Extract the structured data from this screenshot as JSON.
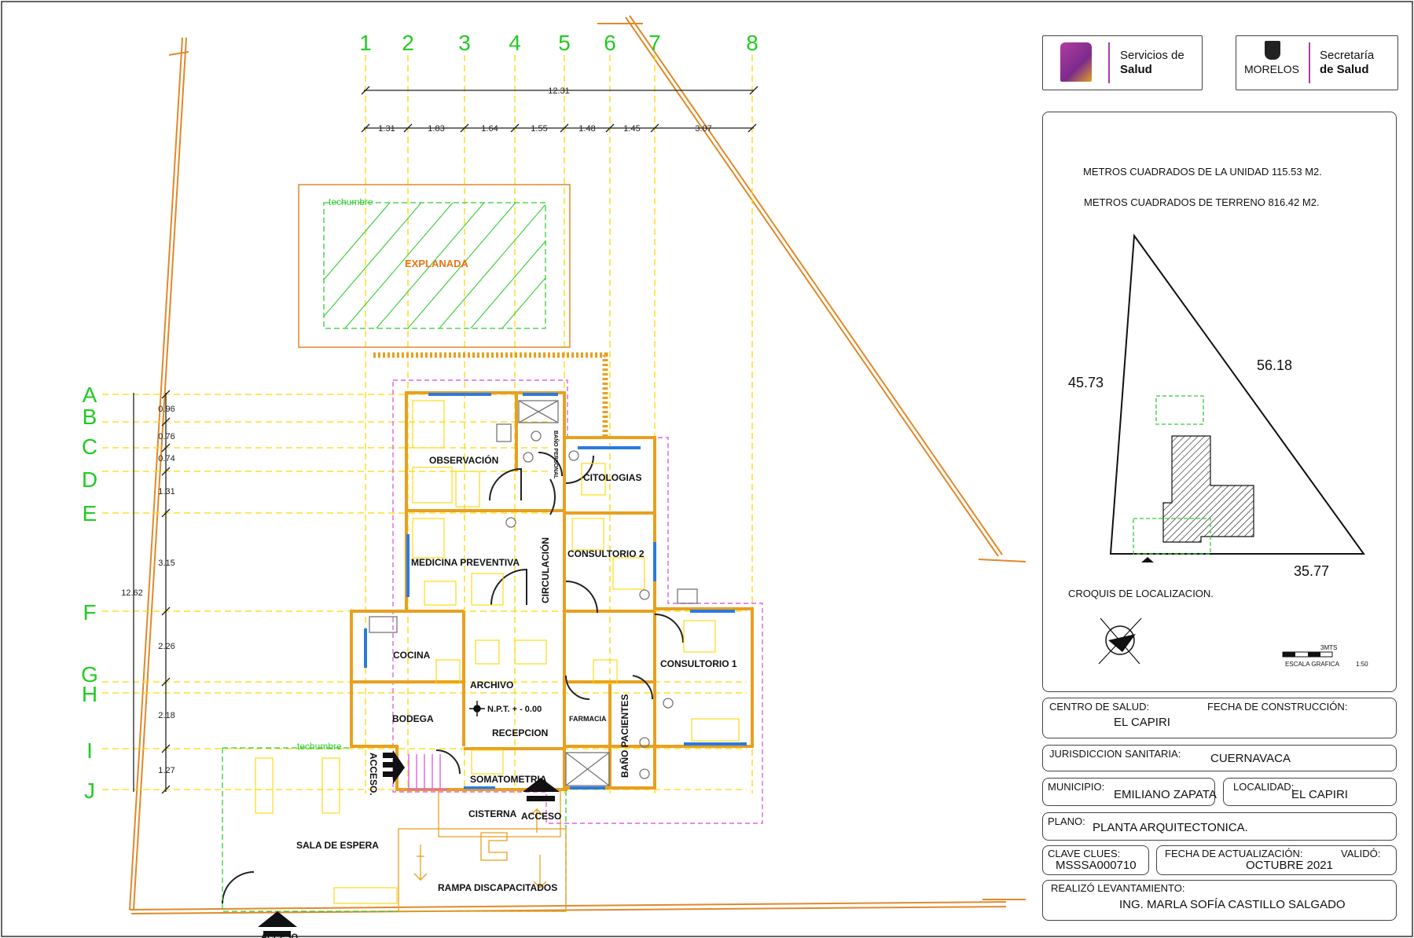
{
  "axes": {
    "vertical": [
      "1",
      "2",
      "3",
      "4",
      "5",
      "6",
      "7",
      "8"
    ],
    "horizontal": [
      "A",
      "B",
      "C",
      "D",
      "E",
      "F",
      "G",
      "H",
      "I",
      "J"
    ]
  },
  "dimensions": {
    "total_width": "12.31",
    "spans": [
      "1.31",
      "1.83",
      "1.64",
      "1.55",
      "1.48",
      "1.45",
      "3.07"
    ],
    "total_height": "12.62",
    "vspans": [
      "0.96",
      "0.76",
      "0.74",
      "1.31",
      "3.15",
      "2.26",
      "2.18",
      "1.27"
    ]
  },
  "rooms": {
    "explanada": "EXPLANADA",
    "techumbre": "techumbre",
    "observacion": "OBSERVACIÓN",
    "citologias": "CITOLOGIAS",
    "medicina_preventiva": "MEDICINA PREVENTIVA",
    "circulacion": "CIRCULACIÓN",
    "consultorio2": "CONSULTORIO 2",
    "cocina": "COCINA",
    "archivo": "ARCHIVO",
    "npt": "N.P.T. + - 0.00",
    "recepcion": "RECEPCION",
    "consultorio1": "CONSULTORIO 1",
    "bodega": "BODEGA",
    "farmacia": "FARMACIA",
    "bano_pacientes": "BAÑO PACIENTES",
    "bano_personal": "BAÑO PERSONAL",
    "somatometria": "SOMATOMETRIA",
    "cisterna": "CISTERNA",
    "acceso": "ACCESO",
    "acceso_dot": "ACCESO.",
    "sala_espera": "SALA DE ESPERA",
    "rampa": "RAMPA DISCAPACITADOS",
    "techumbre2": "techumbre"
  },
  "logos": {
    "left_org": "Servicios de",
    "left_org_bold": "Salud",
    "right_state": "MORELOS",
    "right_org": "Secretaría",
    "right_org_bold": "de Salud"
  },
  "info": {
    "unit_area": "METROS CUADRADOS DE LA UNIDAD 115.53 M2.",
    "land_area": "METROS CUADRADOS DE TERRENO 816.42 M2.",
    "side_left": "45.73",
    "side_right": "56.18",
    "side_bottom": "35.77",
    "croquis": "CROQUIS DE LOCALIZACION.",
    "scale_label": "ESCALA GRAFICA",
    "scale_ratio": "1:50",
    "scale_units": "3MTS"
  },
  "titleblock": {
    "centro_label": "CENTRO DE SALUD:",
    "centro_value": "EL CAPIRI",
    "fecha_const_label": "FECHA DE CONSTRUCCIÓN:",
    "jurisdiccion_label": "JURISDICCION SANITARIA:",
    "jurisdiccion_value": "CUERNAVACA",
    "municipio_label": "MUNICIPIO:",
    "municipio_value": "EMILIANO ZAPATA",
    "localidad_label": "LOCALIDAD:",
    "localidad_value": "EL CAPIRI",
    "plano_label": "PLANO:",
    "plano_value": "PLANTA ARQUITECTONICA.",
    "clave_label": "CLAVE CLUES:",
    "clave_value": "MSSSA000710",
    "fecha_act_label": "FECHA DE ACTUALIZACIÓN:",
    "fecha_act_value": "OCTUBRE 2021",
    "valido_label": "VALIDÓ:",
    "realizo_label": "REALIZÓ LEVANTAMIENTO:",
    "realizo_value": "ING. MARLA SOFÍA CASTILLO SALGADO"
  },
  "colors": {
    "grid": "#ffd700",
    "axis_label": "#22cc22",
    "wall": "#e8a020",
    "property": "#e0892a",
    "magenta": "#e060e0",
    "green_dash": "#33cc33",
    "window": "#2a7ae0"
  }
}
